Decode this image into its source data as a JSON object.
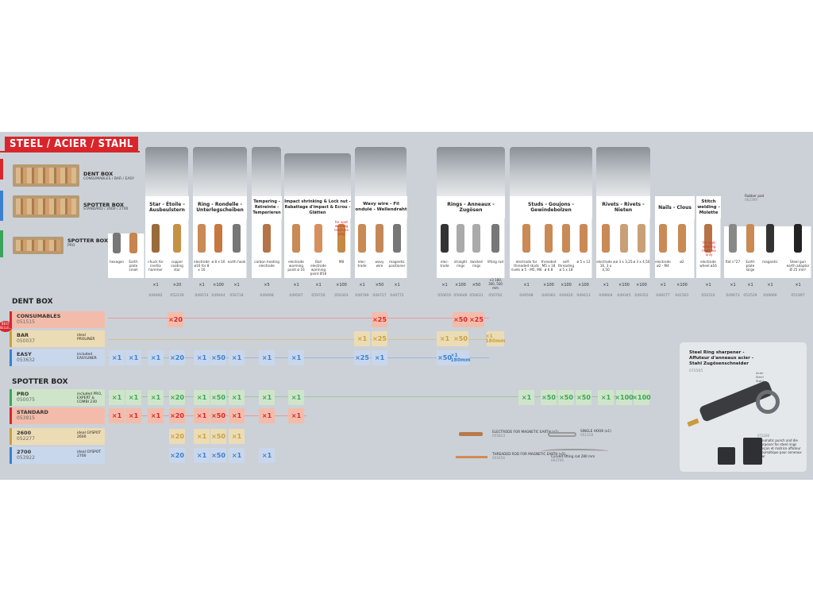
{
  "title": "STEEL / ACIER / STAHL",
  "boxes": [
    {
      "name": "DENT BOX",
      "sub": "CONSUMABLES / BAR / EASY"
    },
    {
      "name": "SPOTTER BOX",
      "sub": "STANDARD / 2600 / 2700"
    },
    {
      "name": "SPOTTER BOX",
      "sub": "PRO"
    }
  ],
  "categories": [
    {
      "label": "Star - Étoile - Ausbeulstern",
      "icon": "▼"
    },
    {
      "label": "Ring - Rondelle - Unterlegscheiben",
      "icon": "●"
    },
    {
      "label": "Tempering - Rétreinte - Temperieren",
      "icon": "⅄"
    },
    {
      "label": "Impact shrinking & Lock nut - Rabattage d'impact & Ecrou - Glätten",
      "icon": "⅄ ○"
    },
    {
      "label": "Wavy wire - Fil ondulé - Wellendraht",
      "icon": "〰"
    },
    {
      "label": "Rings - Anneaux - Zugösen",
      "icon": "ϙ"
    },
    {
      "label": "Studs - Goujons - Gewindebolzen",
      "icon": "↓"
    },
    {
      "label": "Rivets - Rivets - Nieten",
      "icon": "T"
    },
    {
      "label": "Nails - Clous",
      "icon": "|"
    },
    {
      "label": "Stitch welding - Molette",
      "icon": ""
    }
  ],
  "rubber_pad": {
    "label": "Rubber pad",
    "ref": "062399"
  },
  "items": [
    {
      "cap": "hexagon",
      "qty": "",
      "ref": ""
    },
    {
      "cap": "Earth plate small",
      "qty": "",
      "ref": ""
    },
    {
      "cap": "chuck for inertia hammer",
      "qty": "×1",
      "ref": "049482"
    },
    {
      "cap": "copper coating star",
      "qty": "×20",
      "ref": "052239"
    },
    {
      "cap": "electrode ø16 for 8 x 16",
      "qty": "×1",
      "ref": "049574"
    },
    {
      "cap": "ø 8 x 16",
      "qty": "×100",
      "ref": "049444"
    },
    {
      "cap": "earth hook",
      "qty": "×1",
      "ref": "056718"
    },
    {
      "cap": "carbon heating electrode",
      "qty": "×5",
      "ref": "049468"
    },
    {
      "cap": "electrode warming point ø 16",
      "qty": "×1",
      "ref": "049567"
    },
    {
      "cap": "Ball electrode warming point Ø16",
      "qty": "×1",
      "ref": "059726"
    },
    {
      "cap": "M8",
      "qty": "×100",
      "ref": "050303"
    },
    {
      "cap": "elec-trode",
      "qty": "×1",
      "ref": "049789"
    },
    {
      "cap": "wavy wire",
      "qty": "×50",
      "ref": "049727"
    },
    {
      "cap": "magnetic positioner",
      "qty": "×1",
      "ref": "049772"
    },
    {
      "cap": "elec-trode",
      "qty": "×1",
      "ref": "050655"
    },
    {
      "cap": "straight rings",
      "qty": "×100",
      "ref": "050648"
    },
    {
      "cap": "twisted rings",
      "qty": "×50",
      "ref": "050631"
    },
    {
      "cap": "lifting rod",
      "qty": "×3 180, 300, 500 mm",
      "ref": "050792"
    },
    {
      "cap": "electrode for threaded studs rivets ø 5 - M5, M6",
      "qty": "×1",
      "ref": "049598"
    },
    {
      "cap": "threaded M5 x 18 ø 6.8",
      "qty": "×100",
      "ref": "049383"
    },
    {
      "cap": "self-threading ø 5 x 18",
      "qty": "×100",
      "ref": "049420"
    },
    {
      "cap": "ø 5 x 12",
      "qty": "×100",
      "ref": "049413"
    },
    {
      "cap": "electrode ø 16, 3 x 4,50",
      "qty": "×1",
      "ref": "049604"
    },
    {
      "cap": "ø 3 x 3,25",
      "qty": "×100",
      "ref": "049345"
    },
    {
      "cap": "ø 3 x 4,50",
      "qty": "×100",
      "ref": "049352"
    },
    {
      "cap": "electrode ø2 - M4",
      "qty": "×1",
      "ref": "049277"
    },
    {
      "cap": "ø2",
      "qty": "×100",
      "ref": "041561"
    },
    {
      "cap": "electrode wheel ø16",
      "qty": "×1",
      "ref": "050310"
    },
    {
      "cap": "flat n°27",
      "qty": "×1",
      "ref": "049673"
    },
    {
      "cap": "Earth plate large",
      "qty": "×1",
      "ref": "052529"
    },
    {
      "cap": "magnetic",
      "qty": "×1",
      "ref": "049666"
    },
    {
      "cap": "Steel gun earth adaptor Ø 25 mm²",
      "qty": "×1",
      "ref": "051997"
    }
  ],
  "spot_note": "for spot welding machine only",
  "sections": [
    {
      "title": "DENT BOX",
      "rows": [
        {
          "name": "CONSUMABLES",
          "ref": "051515",
          "ideal": "",
          "chips": [
            "×20",
            "×25",
            "×50",
            "×25"
          ]
        },
        {
          "name": "BAR",
          "ref": "050037",
          "ideal": "ideal PROLINER",
          "chips": [
            "×1",
            "×25",
            "×1",
            "×50",
            "×1 180mm"
          ]
        },
        {
          "name": "EASY",
          "ref": "053632",
          "ideal": "included EASYLINER",
          "chips": [
            "×1",
            "×1",
            "×1",
            "×20",
            "×1",
            "×50",
            "×1",
            "×1",
            "×1",
            "×25",
            "×1",
            "×50",
            "×1 180mm"
          ]
        }
      ]
    },
    {
      "title": "SPOTTER BOX",
      "rows": [
        {
          "name": "PRO",
          "ref": "050075",
          "ideal": "included PRO, EXPERT & COMBI 230",
          "chips": [
            "×1",
            "×1",
            "×1",
            "×20",
            "×1",
            "×50",
            "×1",
            "×1",
            "×1",
            "×1",
            "×50",
            "×50",
            "×50",
            "×1",
            "×100",
            "×100"
          ]
        },
        {
          "name": "STANDARD",
          "ref": "053915",
          "ideal": "",
          "chips": [
            "×1",
            "×1",
            "×1",
            "×20",
            "×1",
            "×50",
            "×1",
            "×1",
            "×1"
          ]
        },
        {
          "name": "2600",
          "ref": "052277",
          "ideal": "ideal GYSPOT 2600",
          "chips": [
            "×20",
            "×1",
            "×50",
            "×1"
          ]
        },
        {
          "name": "2700",
          "ref": "053922",
          "ideal": "ideal GYSPOT 2700",
          "chips": [
            "×20",
            "×1",
            "×50",
            "×1",
            "×1"
          ]
        }
      ]
    }
  ],
  "best_seller": "BEST SELLER",
  "legend": [
    {
      "t": "ELECTRODE FOR MAGNETIC EARTH (x1)",
      "r": "055813"
    },
    {
      "t": "THREADED ROD FOR MAGNETIC EARTH (x5)",
      "r": "055456"
    },
    {
      "t": "SINGLE HOOK (x1)",
      "r": "051218"
    },
    {
      "t": "Curved lifting rod 280 mm",
      "r": "064706"
    }
  ],
  "sharpener": {
    "title": "Steel Ring sharpener - Affuteur d'anneaux acier - Stahl Zugösenschneider",
    "ref": "072565",
    "note_ref": "072280",
    "note": "Pneumatic punch and die sharpener for steel rings Poinçon et matrice affuteur pneumatique pour anneaux acier",
    "tag": "Acier Steel Stahl"
  },
  "colors": {
    "red": "#d8252c",
    "pink": "#f3bcaa",
    "beige": "#ecdcb5",
    "blue": "#c9d7ec",
    "green": "#cfe5c9"
  }
}
